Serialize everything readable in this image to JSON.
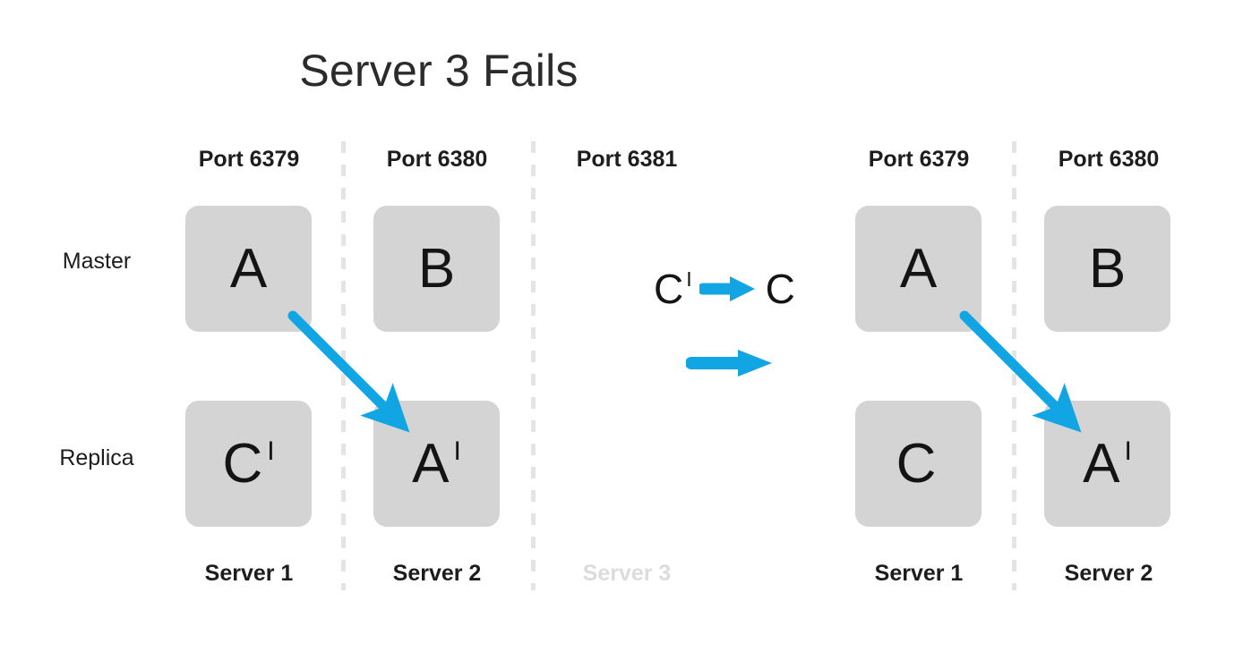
{
  "title": "Server 3 Fails",
  "colors": {
    "arrow": "#12a5e4",
    "node_fill": "#d4d4d4",
    "text": "#141414",
    "divider": "#e4e4e4",
    "faded_text": "#dcdcdc"
  },
  "row_labels": {
    "master": "Master",
    "replica": "Replica"
  },
  "panels": [
    {
      "name": "before",
      "columns": [
        {
          "port": "Port 6379",
          "server": "Server 1",
          "failed": false,
          "master": {
            "letter": "A",
            "prime": ""
          },
          "replica": {
            "letter": "C",
            "prime": "I"
          }
        },
        {
          "port": "Port 6380",
          "server": "Server 2",
          "failed": false,
          "master": {
            "letter": "B",
            "prime": ""
          },
          "replica": {
            "letter": "A",
            "prime": "I"
          }
        },
        {
          "port": "Port 6381",
          "server": "Server 3",
          "failed": true,
          "master": null,
          "replica": null
        }
      ]
    },
    {
      "name": "after",
      "columns": [
        {
          "port": "Port 6379",
          "server": "Server 1",
          "failed": false,
          "master": {
            "letter": "A",
            "prime": ""
          },
          "replica": {
            "letter": "C",
            "prime": ""
          }
        },
        {
          "port": "Port 6380",
          "server": "Server 2",
          "failed": false,
          "master": {
            "letter": "B",
            "prime": ""
          },
          "replica": {
            "letter": "A",
            "prime": "I"
          }
        }
      ]
    }
  ],
  "promotion": {
    "from_letter": "C",
    "from_prime": "I",
    "to_letter": "C",
    "arrow_icon": "right-arrow-icon"
  },
  "transition": {
    "arrow_icon": "right-arrow-icon"
  },
  "replication_links": [
    {
      "name": "replication-arrow-left",
      "from": "Server 1 Master A",
      "to": "Server 2 Replica A'"
    },
    {
      "name": "replication-arrow-right",
      "from": "Server 1 Master A",
      "to": "Server 2 Replica A'"
    }
  ]
}
